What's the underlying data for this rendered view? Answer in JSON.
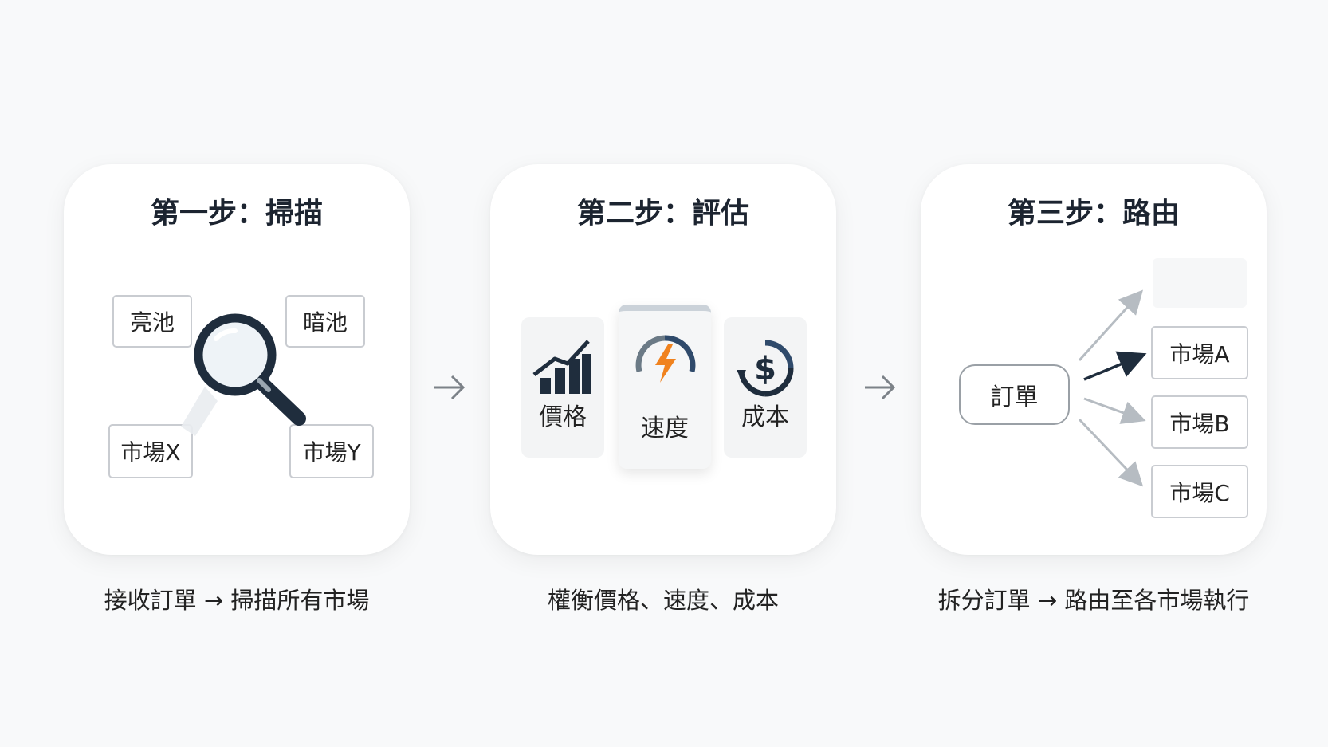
{
  "steps": [
    {
      "title": "第一步：掃描",
      "caption": "接收訂單 → 掃描所有市場",
      "labels": {
        "lit_pool": "亮池",
        "dark_pool": "暗池",
        "market_x": "市場X",
        "market_y": "市場Y"
      },
      "icon": "magnifier-icon"
    },
    {
      "title": "第二步：評估",
      "caption": "權衡價格、速度、成本",
      "metrics": [
        {
          "label": "價格",
          "icon": "bar-chart-icon"
        },
        {
          "label": "速度",
          "icon": "speed-gauge-icon"
        },
        {
          "label": "成本",
          "icon": "dollar-cycle-icon"
        }
      ]
    },
    {
      "title": "第三步：路由",
      "caption": "拆分訂單 → 路由至各市場執行",
      "order_label": "訂單",
      "markets": [
        "市場A",
        "市場B",
        "市場C"
      ]
    }
  ],
  "colors": {
    "dark_navy": "#1f2d3d",
    "accent_orange": "#f0821e",
    "gauge_grey": "#6b7a86",
    "gauge_blue": "#2f4a6b"
  }
}
